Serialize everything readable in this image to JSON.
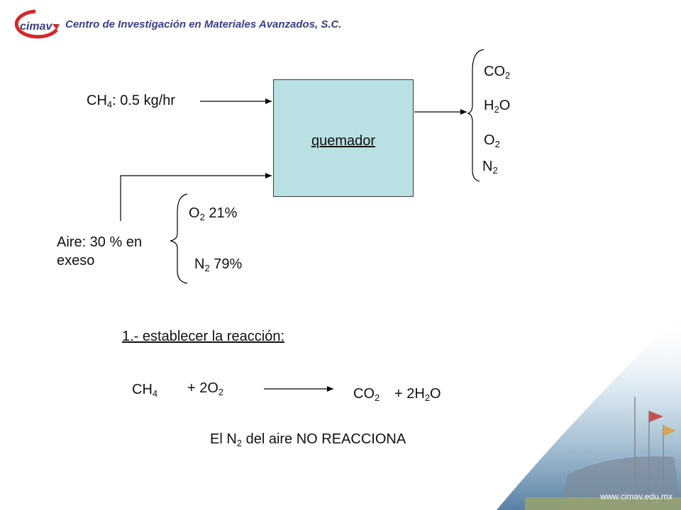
{
  "header": {
    "org_name": "Centro de Investigación en Materiales Avanzados, S.C.",
    "logo_text": "cimav",
    "website": "www.cimav.edu.mx"
  },
  "diagram": {
    "box_label": "quemador",
    "feed_ch4": {
      "formula": "CH",
      "sub": "4",
      "rest": ": 0.5 kg/hr"
    },
    "air_label_line1": "Aire: 30 % en",
    "air_label_line2": "exeso",
    "air_o2": {
      "formula": "O",
      "sub": "2",
      "rest": " 21%"
    },
    "air_n2": {
      "formula": "N",
      "sub": "2",
      "rest": " 79%"
    },
    "products": [
      {
        "formula": "CO",
        "sub": "2",
        "rest": ""
      },
      {
        "formula": "H",
        "sub": "2",
        "rest": "O"
      },
      {
        "formula": "O",
        "sub": "2",
        "rest": ""
      },
      {
        "formula": "N",
        "sub": "2",
        "rest": ""
      }
    ]
  },
  "reaction": {
    "step_title": "1.- establecer la reacción:",
    "reactant_1": {
      "formula": "CH",
      "sub": "4"
    },
    "plus_1": "+ 2O",
    "plus_1_sub": "2",
    "product_1": {
      "formula": "CO",
      "sub": "2"
    },
    "plus_2": "+ 2H",
    "plus_2_sub": "2",
    "plus_2_rest": "O",
    "note_prefix": "El N",
    "note_sub": "2",
    "note_rest": " del aire NO REACCIONA"
  },
  "colors": {
    "box_fill": "#b9e0e3",
    "brand_blue": "#3a3f86",
    "brand_red": "#d6272b"
  }
}
